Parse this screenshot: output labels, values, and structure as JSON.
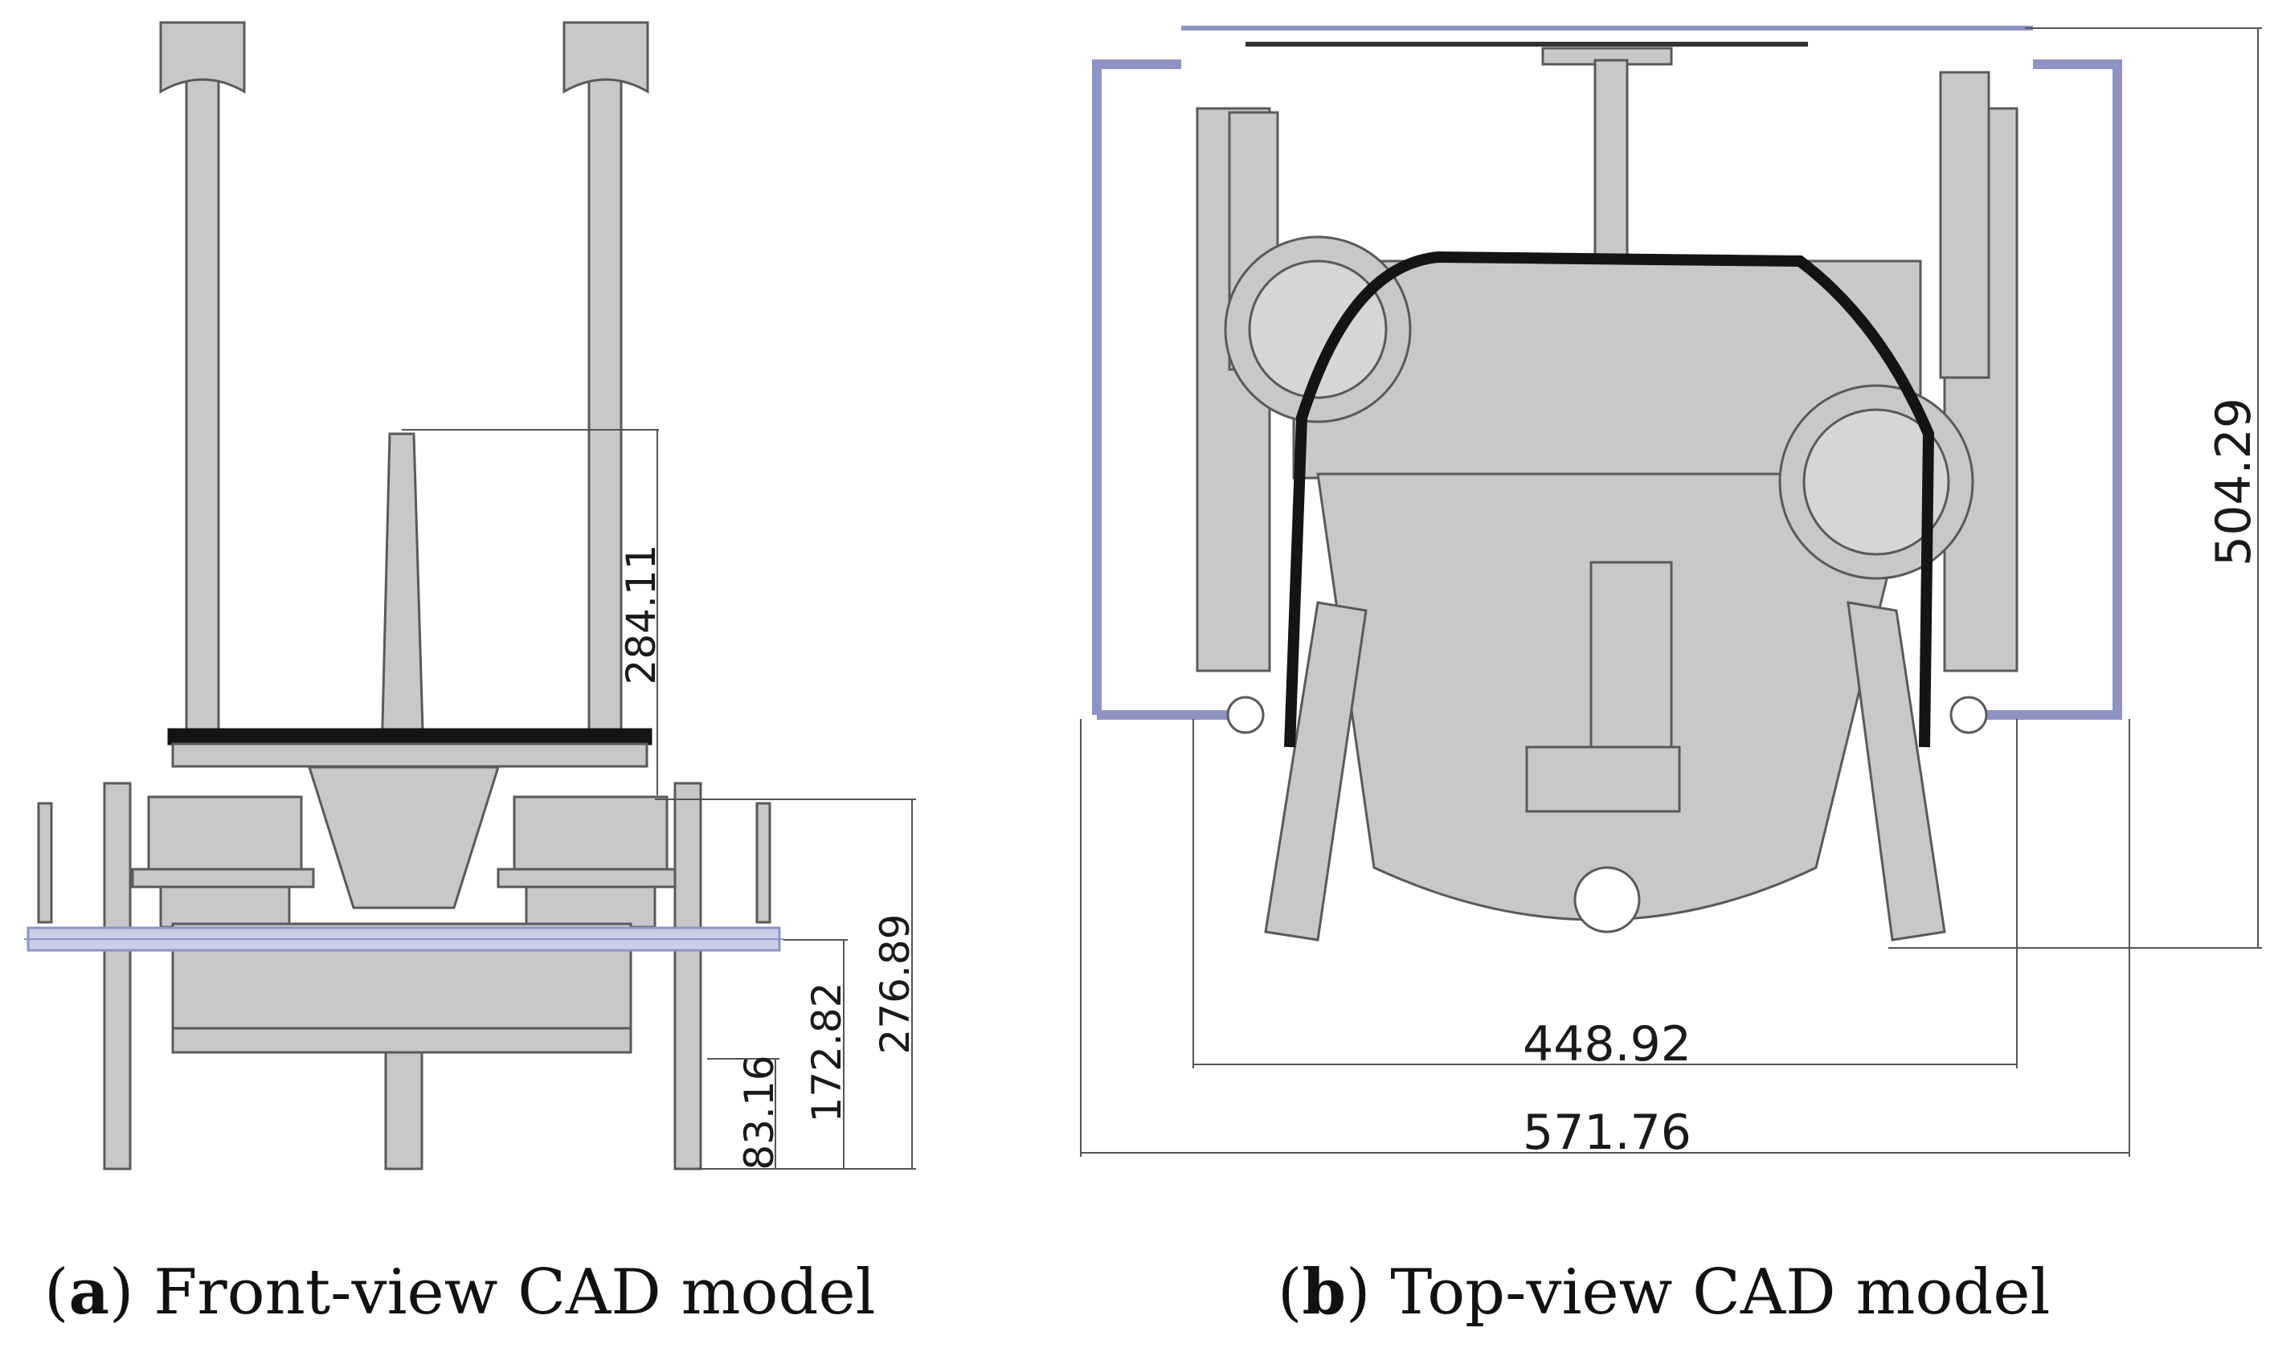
{
  "figure_a": {
    "caption_letter": "a",
    "caption_text": "Front-view CAD model",
    "dimensions": {
      "mast_height": "284.11",
      "wheel_axle": "83.16",
      "frame_level": "172.82",
      "guide_height": "276.89"
    }
  },
  "figure_b": {
    "caption_letter": "b",
    "caption_text": "Top-view CAD model",
    "dimensions": {
      "depth": "504.29",
      "inner_width": "448.92",
      "overall_width": "571.76"
    }
  },
  "colors": {
    "part_fill": "#c8c8c8",
    "part_stroke": "#5a5a5a",
    "frame_blue": "#8f93c4",
    "belt_black": "#141414",
    "dimension_line": "#555555"
  }
}
